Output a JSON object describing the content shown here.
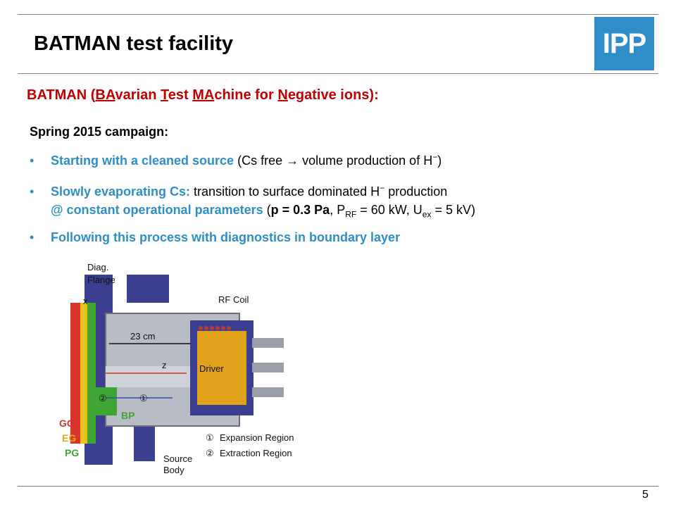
{
  "header": {
    "title": "BATMAN test facility",
    "logo_text": "IPP"
  },
  "subtitle": {
    "p1": "BATMAN (",
    "u1": "BA",
    "p2": "varian ",
    "u2": "T",
    "p3": "est ",
    "u3": "MA",
    "p4": "chine for ",
    "u4": "N",
    "p5": "egative ions):"
  },
  "campaign": "Spring 2015 campaign:",
  "bullets": [
    {
      "highlight": "Starting with a cleaned source",
      "text": " (Cs free → volume production of H",
      "sup": "−",
      "tail": ")"
    },
    {
      "highlight": "Slowly evaporating Cs:",
      "text": " transition to surface dominated H",
      "sup": "−",
      "tail": " production",
      "line2_highlight": "@ constant operational parameters",
      "line2_a": " (",
      "line2_bold": "p = 0.3 Pa",
      "line2_b": ", P",
      "line2_sub1": "RF",
      "line2_c": " = 60 kW, U",
      "line2_sub2": "ex",
      "line2_d": " = 5 kV)"
    },
    {
      "highlight": "Following this process with diagnostics in boundary layer"
    }
  ],
  "figure": {
    "diag_flange_1": "Diag.",
    "diag_flange_2": "Flange",
    "rf_coil": "RF Coil",
    "dimension": "23 cm",
    "axis_z": "z",
    "axis_x": "x",
    "driver": "Driver",
    "gg": "GG",
    "eg": "EG",
    "pg": "PG",
    "bp": "BP",
    "region1_marker": "①",
    "region2_marker": "②",
    "legend_expansion": "Expansion Region",
    "legend_extraction": "Extraction Region",
    "source_body_1": "Source",
    "source_body_2": "Body"
  },
  "footer": {
    "page": "5"
  }
}
